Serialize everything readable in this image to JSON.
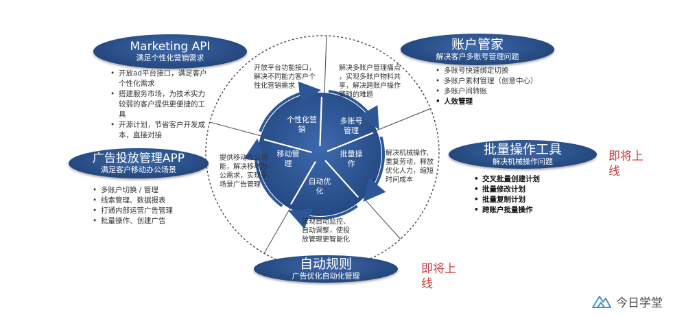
{
  "wheel": {
    "segments": [
      {
        "label": "个性化营销",
        "line1": "个性化营",
        "line2": "销"
      },
      {
        "label": "多账号管理",
        "line1": "多账号",
        "line2": "管理"
      },
      {
        "label": "批量操作",
        "line1": "批量操",
        "line2": "作"
      },
      {
        "label": "自动优化",
        "line1": "自动优",
        "line2": "化"
      },
      {
        "label": "移动管理",
        "line1": "移动管",
        "line2": "理"
      }
    ],
    "descriptions": [
      {
        "lines": [
          "开放平台功能接口，",
          "解决不同能力客户个",
          "性化营销需求"
        ]
      },
      {
        "lines": [
          "解决多账户管理痛点",
          "，实现多账户物料共",
          "享，解决跨账户操作",
          "繁琐的难题"
        ]
      },
      {
        "lines": [
          "解决机械操作,",
          "重复劳动，释放",
          "优化人力，缩短",
          "时间成本"
        ]
      },
      {
        "lines": [
          "实现自动监控、",
          "自动调整，使投",
          "放管理更智能化"
        ]
      },
      {
        "lines": [
          "提供移动办公功",
          "能，解决移动办",
          "公需求，实现多",
          "场景广告管理"
        ]
      }
    ]
  },
  "features": {
    "marketing_api": {
      "title": "Marketing API",
      "subtitle": "满足个性化营销需求",
      "bullets": [
        "开放ad平台接口，满足客户",
        "个性化需求",
        "搭建服务市场，为技术实力",
        "较弱的客户提供更便捷的工",
        "具",
        "开源计划，节省客户开发成",
        "本，直接对接"
      ]
    },
    "account_mgmt": {
      "title": "账户管家",
      "subtitle": "解决客户多账号管理问题",
      "bullets": [
        "多账号快速绑定切换",
        "多账户素材管理（创意中心）",
        "多账户间转账",
        "人效管理"
      ]
    },
    "batch_tool": {
      "title": "批量操作工具",
      "subtitle": "解决机械操作问题",
      "bullets": [
        "交叉批量创建计划",
        "批量修改计划",
        "批量复制计划",
        "跨账户批量操作"
      ]
    },
    "auto_rules": {
      "title": "自动规则",
      "subtitle": "广告优化自动化管理"
    },
    "ad_app": {
      "title": "广告投放管理APP",
      "subtitle": "满足客户移动办公场景",
      "bullets": [
        "多账户切换 / 管理",
        "线索管理、数据报表",
        "打通内部运营广告管理",
        "批量操作、创建广告"
      ]
    }
  },
  "coming_soon": {
    "batch": {
      "line1": "即将上",
      "line2": "线"
    },
    "auto": {
      "line1": "即将上",
      "line2": "线"
    }
  },
  "brand": {
    "name": "今日学堂"
  },
  "colors": {
    "accent": "#2b5797",
    "coming_soon": "#d23a3a"
  }
}
